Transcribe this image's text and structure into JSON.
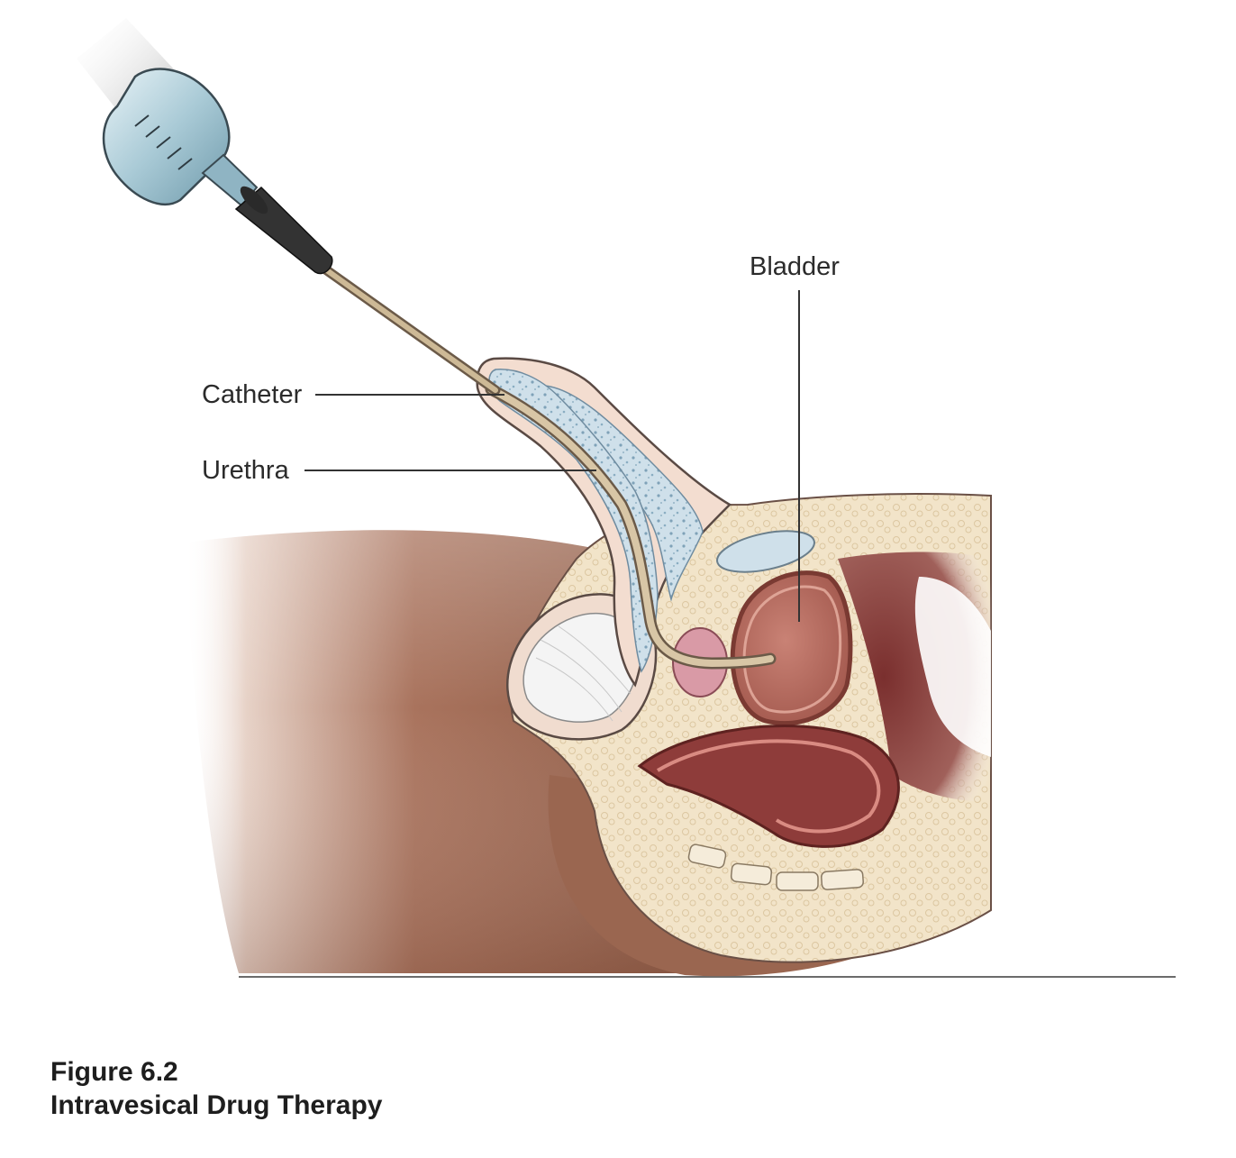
{
  "figure": {
    "number": "Figure 6.2",
    "title": "Intravesical Drug Therapy"
  },
  "labels": {
    "bladder": "Bladder",
    "catheter": "Catheter",
    "urethra": "Urethra"
  },
  "colors": {
    "skin": "#9a6650",
    "skin_light": "#d6b3a3",
    "tissue": "#f1e2c7",
    "mucosa": "#e7b9ac",
    "bladder_lumen": "#b86e62",
    "bowel": "#8e3c3a",
    "cartilage": "#c9dde8",
    "catheter": "#c9b596",
    "syringe": "#b7d3de",
    "outline": "#5a4a44"
  },
  "icons": [
    "syringe-icon",
    "catheter-tube-icon"
  ]
}
